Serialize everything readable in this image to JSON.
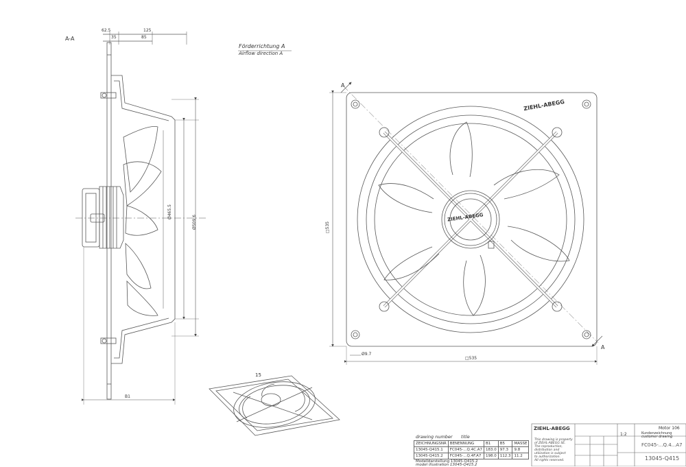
{
  "section_label": "A-A",
  "airflow": {
    "de": "Förderrichtung A",
    "en": "Airflow direction A"
  },
  "side_view_dims": {
    "d1": "62.5",
    "d2": "125",
    "d3": "35",
    "d4": "85",
    "dia_inner": "Ø465.5",
    "dia_outer": "Ø509.6",
    "b1": "B1"
  },
  "front_view": {
    "section_marker": "A",
    "brand": "ZIEHL-ABEGG",
    "square_w": "□535",
    "square_h": "□535",
    "hole": "Ø9.7"
  },
  "iso_view": {
    "label": "15"
  },
  "drawing_table": {
    "header_label_en1": "drawing number",
    "header_label_en2": "title",
    "columns": [
      "ZEICHNUNGSNR",
      "BENENNUNG",
      "B1",
      "B5",
      "MASSE"
    ],
    "rows": [
      [
        "13045-Q415.1",
        "FC045-...Q.4C.A7",
        "183.0",
        "97.3",
        "9.8"
      ],
      [
        "13045-Q415.2",
        "FC045-...Q.4F.A7",
        "198.0",
        "112.3",
        "11.2"
      ]
    ],
    "footer1": "Modelldarstellung 13045-Q415.2",
    "footer2": "model illustration 13045-Q415.2"
  },
  "title_block": {
    "brand": "ZIEHL-ABEGG",
    "property_note": [
      "This drawing is property",
      "of ZIEHL-ABEGG SE.",
      "The reproduction,",
      "distribution and",
      "utilization is subject",
      "to authorization.",
      "All rights reserved."
    ],
    "scale": "1:2",
    "motor": "Motor 106",
    "doc_type_de": "Kundenzeichnung",
    "doc_type_en": "customer drawing",
    "type": "FC045-...Q.4...A7",
    "drawing_number": "13045-Q415"
  }
}
